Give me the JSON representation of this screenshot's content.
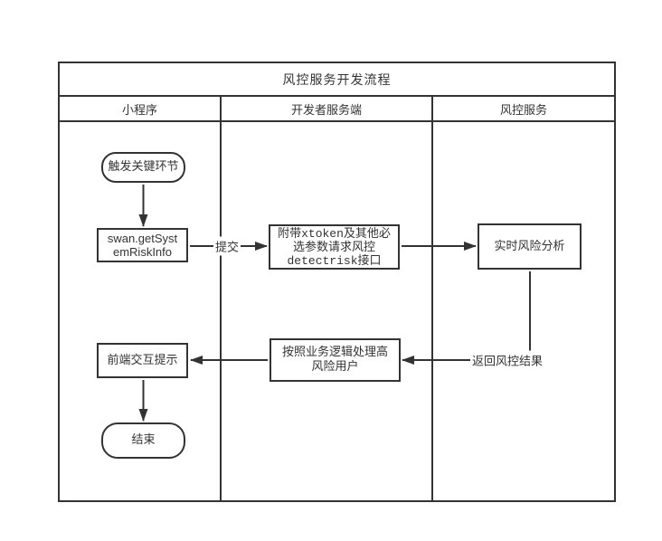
{
  "diagram": {
    "title": "风控服务开发流程",
    "lanes": [
      {
        "label": "小程序"
      },
      {
        "label": "开发者服务端"
      },
      {
        "label": "风控服务"
      }
    ],
    "nodes": {
      "start": {
        "label": "触发关键环节",
        "type": "terminator"
      },
      "swan_api": {
        "label": "swan.getSystemRiskInfo",
        "type": "process"
      },
      "request": {
        "label": "附带xtoken及其他必选参数请求风控detectrisk接口",
        "type": "process"
      },
      "analysis": {
        "label": "实时风险分析",
        "type": "process"
      },
      "handle": {
        "label": "按照业务逻辑处理高风险用户",
        "type": "process"
      },
      "frontend": {
        "label": "前端交互提示",
        "type": "process"
      },
      "end": {
        "label": "结束",
        "type": "terminator"
      }
    },
    "edge_labels": {
      "submit": "提交",
      "return_result": "返回风控结果"
    },
    "colors": {
      "stroke": "#333333",
      "fill": "#ffffff"
    }
  }
}
